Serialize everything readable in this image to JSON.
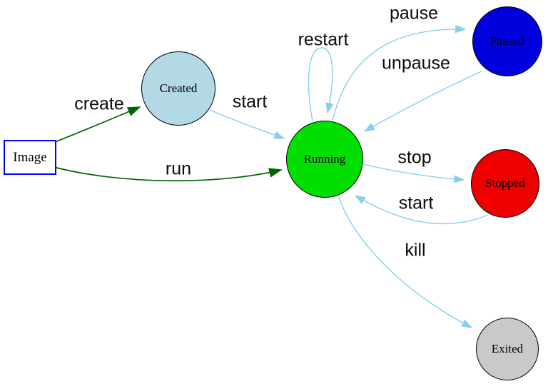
{
  "diagram": {
    "background": "#ffffff",
    "nodes": [
      {
        "id": "image",
        "label": "Image",
        "shape": "box",
        "fill": "#ffffff",
        "border": "#0000ff"
      },
      {
        "id": "created",
        "label": "Created",
        "shape": "circle",
        "fill": "#b3d9e6",
        "border": "#000000"
      },
      {
        "id": "running",
        "label": "Running",
        "shape": "circle",
        "fill": "#00df00",
        "border": "#000000"
      },
      {
        "id": "paused",
        "label": "Paused",
        "shape": "circle",
        "fill": "#0000dd",
        "border": "#000000"
      },
      {
        "id": "stopped",
        "label": "Stopped",
        "shape": "circle",
        "fill": "#ee0000",
        "border": "#000000"
      },
      {
        "id": "exited",
        "label": "Exited",
        "shape": "circle",
        "fill": "#c9c9c9",
        "border": "#000000"
      }
    ],
    "edges": [
      {
        "from": "image",
        "to": "created",
        "label": "create",
        "color": "#006400"
      },
      {
        "from": "image",
        "to": "running",
        "label": "run",
        "color": "#006400"
      },
      {
        "from": "created",
        "to": "running",
        "label": "start",
        "color": "#87ceeb"
      },
      {
        "from": "running",
        "to": "running",
        "label": "restart",
        "color": "#87ceeb"
      },
      {
        "from": "running",
        "to": "paused",
        "label": "pause",
        "color": "#87ceeb"
      },
      {
        "from": "paused",
        "to": "running",
        "label": "unpause",
        "color": "#87ceeb"
      },
      {
        "from": "running",
        "to": "stopped",
        "label": "stop",
        "color": "#87ceeb"
      },
      {
        "from": "stopped",
        "to": "running",
        "label": "start",
        "color": "#87ceeb"
      },
      {
        "from": "running",
        "to": "exited",
        "label": "kill",
        "color": "#87ceeb"
      }
    ]
  }
}
